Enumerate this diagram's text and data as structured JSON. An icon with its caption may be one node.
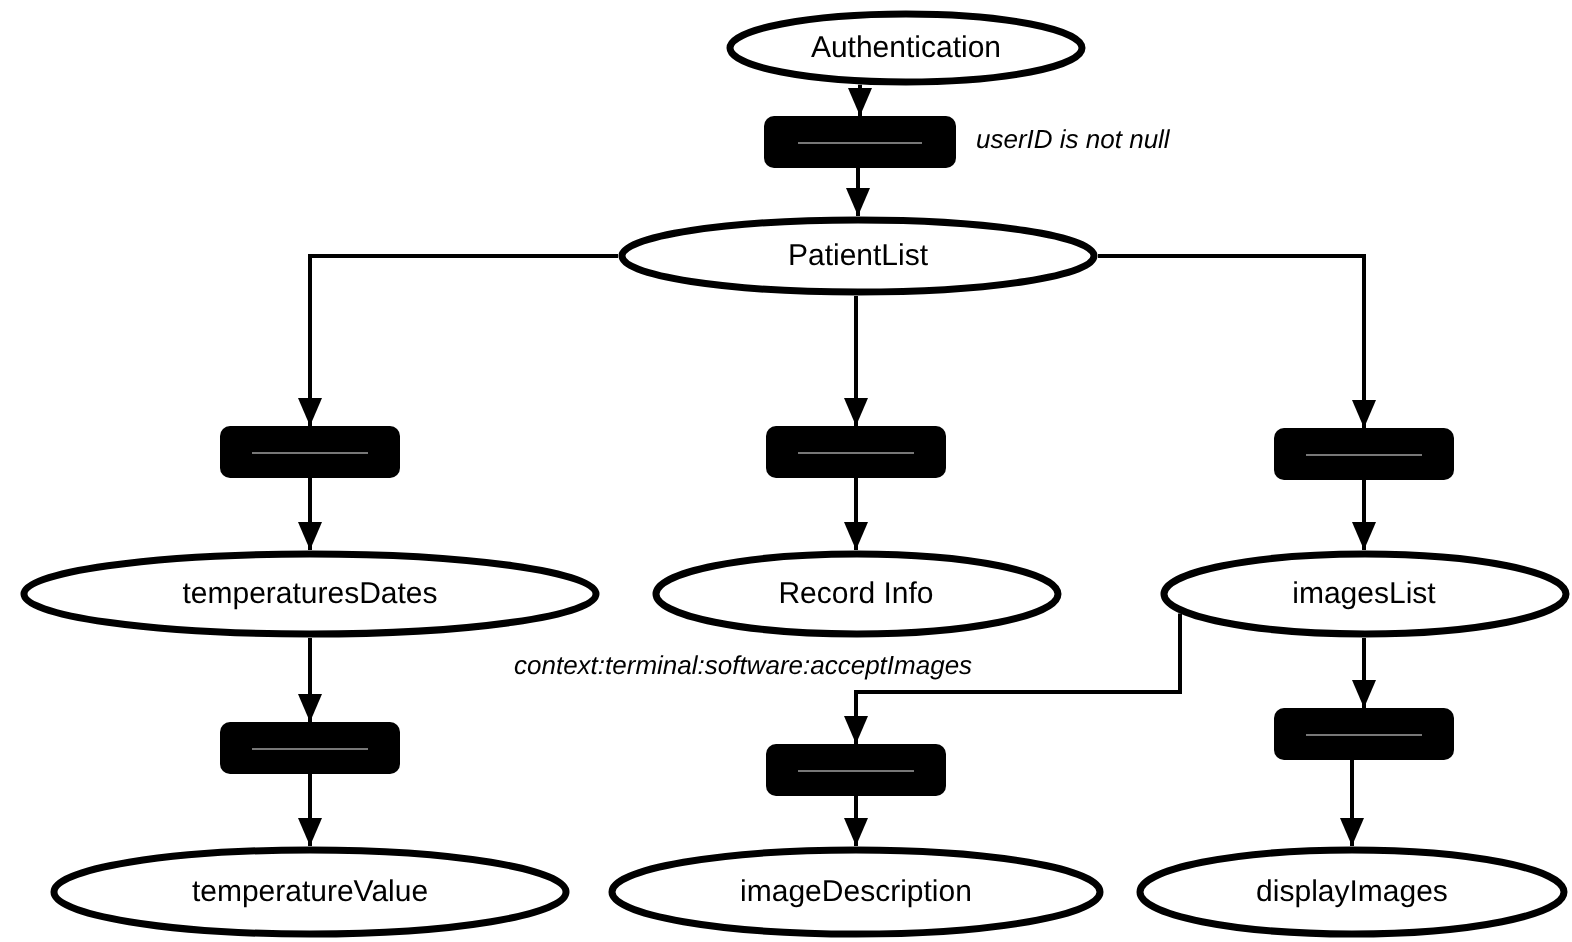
{
  "diagram": {
    "nodes": [
      {
        "text": [
          "Authentication"
        ]
      },
      {
        "text": [],
        "shape": "bar",
        "beside": [
          "userID is not null"
        ]
      },
      {
        "text": [
          "PatientList"
        ]
      },
      {
        "text": [],
        "shape": "bar"
      },
      {
        "text": [],
        "shape": "bar"
      },
      {
        "text": [],
        "shape": "bar"
      },
      {
        "text": [
          "temperaturesDates"
        ]
      },
      {
        "text": [
          "Record Info"
        ]
      },
      {
        "text": [
          "imagesList"
        ]
      },
      {
        "text": [],
        "shape": "bar"
      },
      {
        "text": [],
        "shape": "bar"
      },
      {
        "text": [],
        "shape": "bar"
      },
      {
        "text": [
          "temperatureValue"
        ]
      },
      {
        "text": [
          "imageDescription"
        ]
      },
      {
        "text": [
          "displayImages"
        ]
      }
    ],
    "edges": [
      {
        "from": 0,
        "to": 1,
        "arrow": "to"
      },
      {
        "from": 1,
        "to": 2,
        "arrow": "to"
      },
      {
        "from": 2,
        "to": 3,
        "arrow": "to"
      },
      {
        "from": 2,
        "to": 4,
        "arrow": "to"
      },
      {
        "from": 2,
        "to": 5,
        "arrow": "to"
      },
      {
        "from": 3,
        "to": 6,
        "arrow": "to"
      },
      {
        "from": 4,
        "to": 7,
        "arrow": "to"
      },
      {
        "from": 5,
        "to": 8,
        "arrow": "to"
      },
      {
        "from": 6,
        "to": 9,
        "arrow": "to"
      },
      {
        "from": 8,
        "to": 10,
        "arrow": "to",
        "label": "context:terminal:software:acceptImages"
      },
      {
        "from": 8,
        "to": 11,
        "arrow": "to"
      },
      {
        "from": 9,
        "to": 12,
        "arrow": "to"
      },
      {
        "from": 10,
        "to": 13,
        "arrow": "to"
      },
      {
        "from": 11,
        "to": 14,
        "arrow": "to"
      }
    ]
  }
}
